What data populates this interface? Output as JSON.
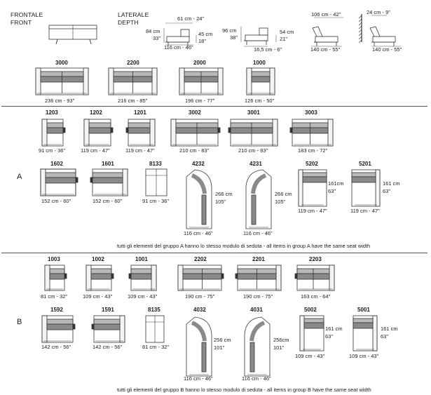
{
  "header": {
    "front_label_it": "FRONTALE",
    "front_label_en": "FRONT",
    "side_label_it": "LATERALE",
    "side_label_en": "DEPTH"
  },
  "profiles": [
    {
      "top": "61 cm - 24\"",
      "left_cm": "84 cm",
      "left_in": "33\"",
      "right_cm": "45 cm",
      "right_in": "18\"",
      "bottom": "116 cm - 46\""
    },
    {
      "left_cm": "96 cm",
      "left_in": "38\"",
      "right_cm": "54 cm",
      "right_in": "21\"",
      "bottom": "16,5 cm - 6\""
    },
    {
      "top": "106 cm - 42\"",
      "bottom": "140 cm - 55\""
    },
    {
      "top": "24 cm - 9\"",
      "bottom": "140 cm - 55\""
    }
  ],
  "sofas": [
    {
      "code": "3000",
      "dim": "236 cm - 93\""
    },
    {
      "code": "2200",
      "dim": "216 cm - 85\""
    },
    {
      "code": "2000",
      "dim": "196 cm - 77\""
    },
    {
      "code": "1000",
      "dim": "126 cm - 50\""
    }
  ],
  "group_a": {
    "label": "A",
    "row1": [
      {
        "code": "1203",
        "dim": "91 cm - 36\""
      },
      {
        "code": "1202",
        "dim": "119 cm - 47\""
      },
      {
        "code": "1201",
        "dim": "119 cm - 47\""
      },
      {
        "code": "3002",
        "dim": "210 cm - 83\""
      },
      {
        "code": "3001",
        "dim": "210 cm - 83\""
      },
      {
        "code": "3003",
        "dim": "183 cm - 72\""
      }
    ],
    "row2": [
      {
        "code": "1602",
        "dim": "152 cm - 60\""
      },
      {
        "code": "1601",
        "dim": "152 cm - 60\""
      },
      {
        "code": "8133",
        "dim": "91 cm - 36\""
      },
      {
        "code": "4232",
        "dim": "116 cm - 46\"",
        "side_cm": "266 cm",
        "side_in": "105\""
      },
      {
        "code": "4231",
        "dim": "116 cm - 46\"",
        "side_cm": "266 cm",
        "side_in": "105\""
      },
      {
        "code": "5202",
        "dim": "119 cm - 47\"",
        "side_cm": "161cm",
        "side_in": "63\""
      },
      {
        "code": "5201",
        "dim": "119 cm - 47\"",
        "side_cm": "161 cm",
        "side_in": "63\""
      }
    ],
    "note": "tutti gli elementi  del gruppo A hanno lo stesso modulo di  seduta  -  all items in group A have the same seat width"
  },
  "group_b": {
    "label": "B",
    "row1": [
      {
        "code": "1003",
        "dim": "81 cm - 32\""
      },
      {
        "code": "1002",
        "dim": "109 cm - 43\""
      },
      {
        "code": "1001",
        "dim": "109 cm - 43\""
      },
      {
        "code": "2202",
        "dim": "190 cm - 75\""
      },
      {
        "code": "2201",
        "dim": "190 cm - 75\""
      },
      {
        "code": "2203",
        "dim": "163 cm - 64\""
      }
    ],
    "row2": [
      {
        "code": "1592",
        "dim": "142 cm - 56\""
      },
      {
        "code": "1591",
        "dim": "142 cm - 56\""
      },
      {
        "code": "8135",
        "dim": "81 cm - 32\""
      },
      {
        "code": "4032",
        "dim": "116 cm - 46\"",
        "side_cm": "256 cm",
        "side_in": "101\""
      },
      {
        "code": "4031",
        "dim": "116 cm - 46\"",
        "side_cm": "256cm",
        "side_in": "101\""
      },
      {
        "code": "5002",
        "dim": "109 cm - 43\"",
        "side_cm": "161 cm",
        "side_in": "63\""
      },
      {
        "code": "5001",
        "dim": "109 cm - 43\"",
        "side_cm": "161 cm",
        "side_in": "63\""
      }
    ],
    "note": "tutti gli elementi  del gruppo B hanno lo stesso modulo di  seduta  -  all items in group B have the same seat width"
  }
}
